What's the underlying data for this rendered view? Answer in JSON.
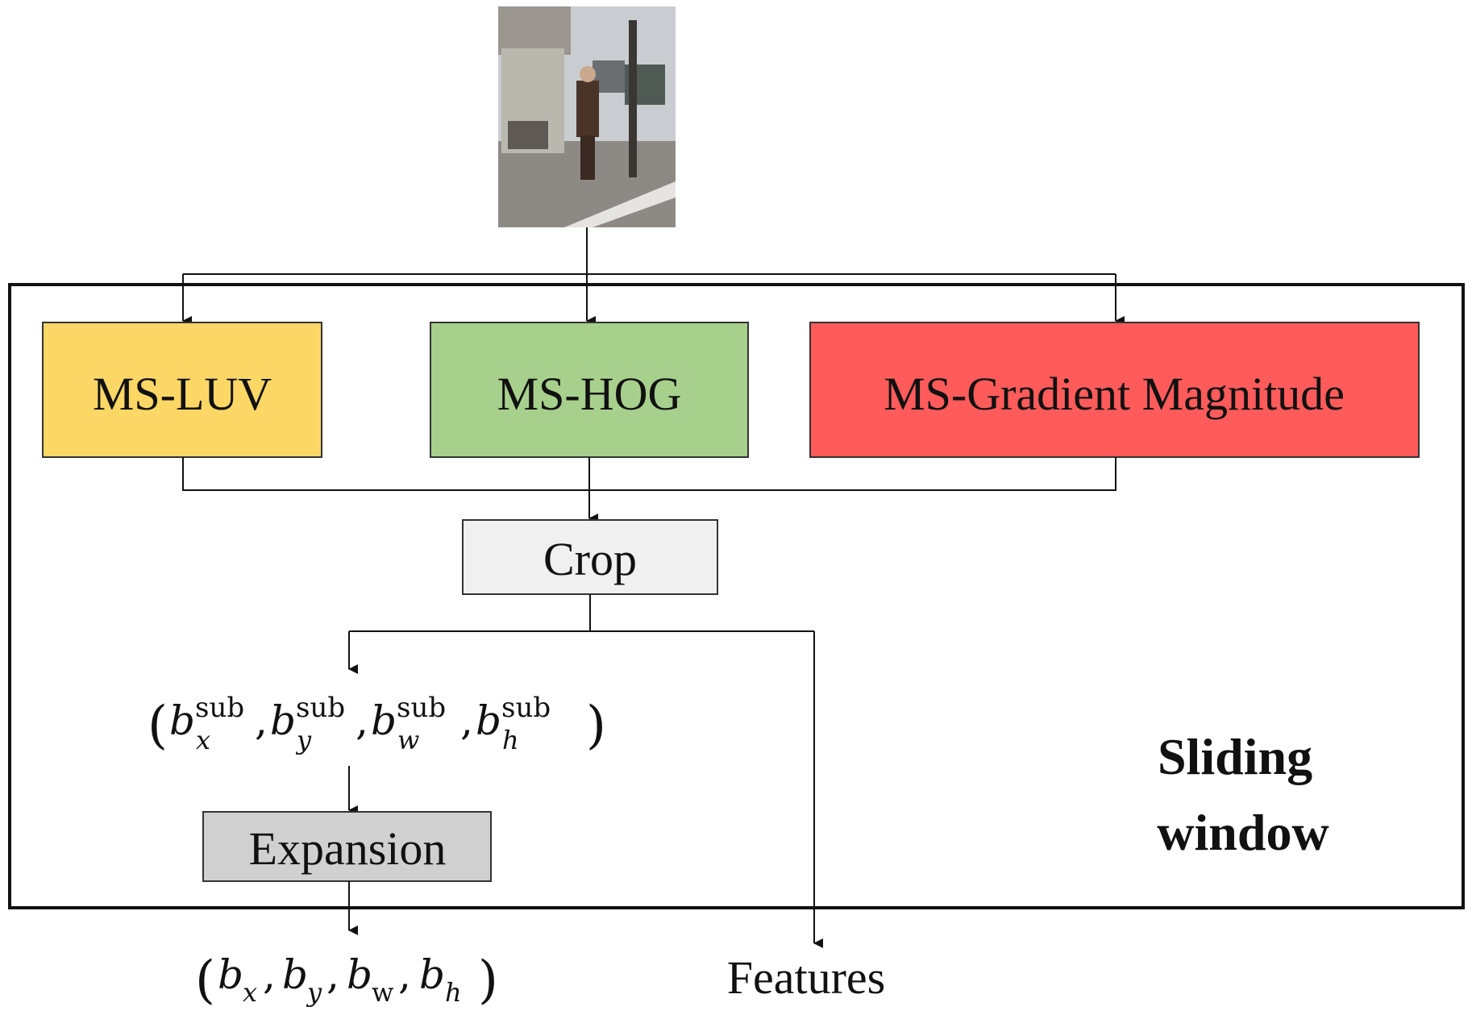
{
  "photo": {
    "subject": "street scene with pedestrian",
    "colors": {
      "sky": "#c9ccd0",
      "road": "#8d8a86",
      "truck": "#b9b7ae",
      "pole": "#3a3632",
      "person": "#4a3428"
    }
  },
  "boxes": {
    "luv": {
      "label": "MS-LUV",
      "fill": "#fdd766"
    },
    "hog": {
      "label": "MS-HOG",
      "fill": "#a8d08d"
    },
    "grad": {
      "label": "MS-Gradient Magnitude",
      "fill": "#ff5b5b"
    },
    "crop": {
      "label": "Crop",
      "fill": "#f0f0f0"
    },
    "expansion": {
      "label": "Expansion",
      "fill": "#d0d0d0"
    }
  },
  "formulas": {
    "sub_box": {
      "open": "(",
      "close": ")",
      "sep": ",",
      "b": "b",
      "sup": "sub",
      "subs": [
        "x",
        "y",
        "w",
        "h"
      ]
    },
    "out_box": {
      "open": "(",
      "close": ")",
      "sep": ",",
      "b": "b",
      "subs": [
        "x",
        "y",
        "w",
        "h"
      ]
    }
  },
  "labels": {
    "features": "Features",
    "sliding_line1": "Sliding",
    "sliding_line2": "window"
  }
}
